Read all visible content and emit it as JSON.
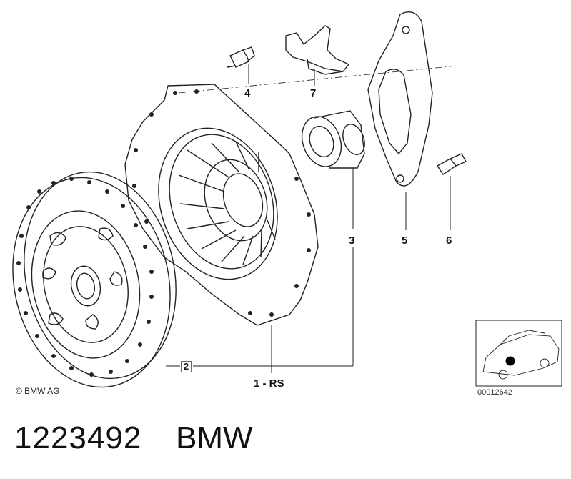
{
  "callouts": {
    "c1": "1 - RS",
    "c2": "2",
    "c3": "3",
    "c4": "4",
    "c5": "5",
    "c6": "6",
    "c7": "7"
  },
  "copyright": "© BMW AG",
  "inset_code": "00012642",
  "part_number": "1223492",
  "brand": "BMW",
  "colors": {
    "highlight": "#dd3333",
    "line": "#222222"
  }
}
